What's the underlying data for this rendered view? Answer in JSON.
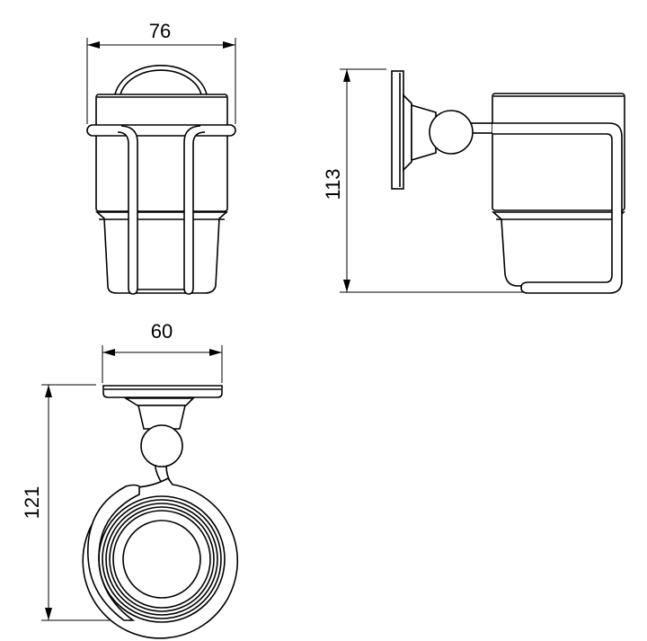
{
  "dimensions": {
    "front_width": "76",
    "side_height": "113",
    "top_width": "60",
    "top_depth": "121"
  },
  "colors": {
    "line": "#000000",
    "background": "#ffffff"
  }
}
